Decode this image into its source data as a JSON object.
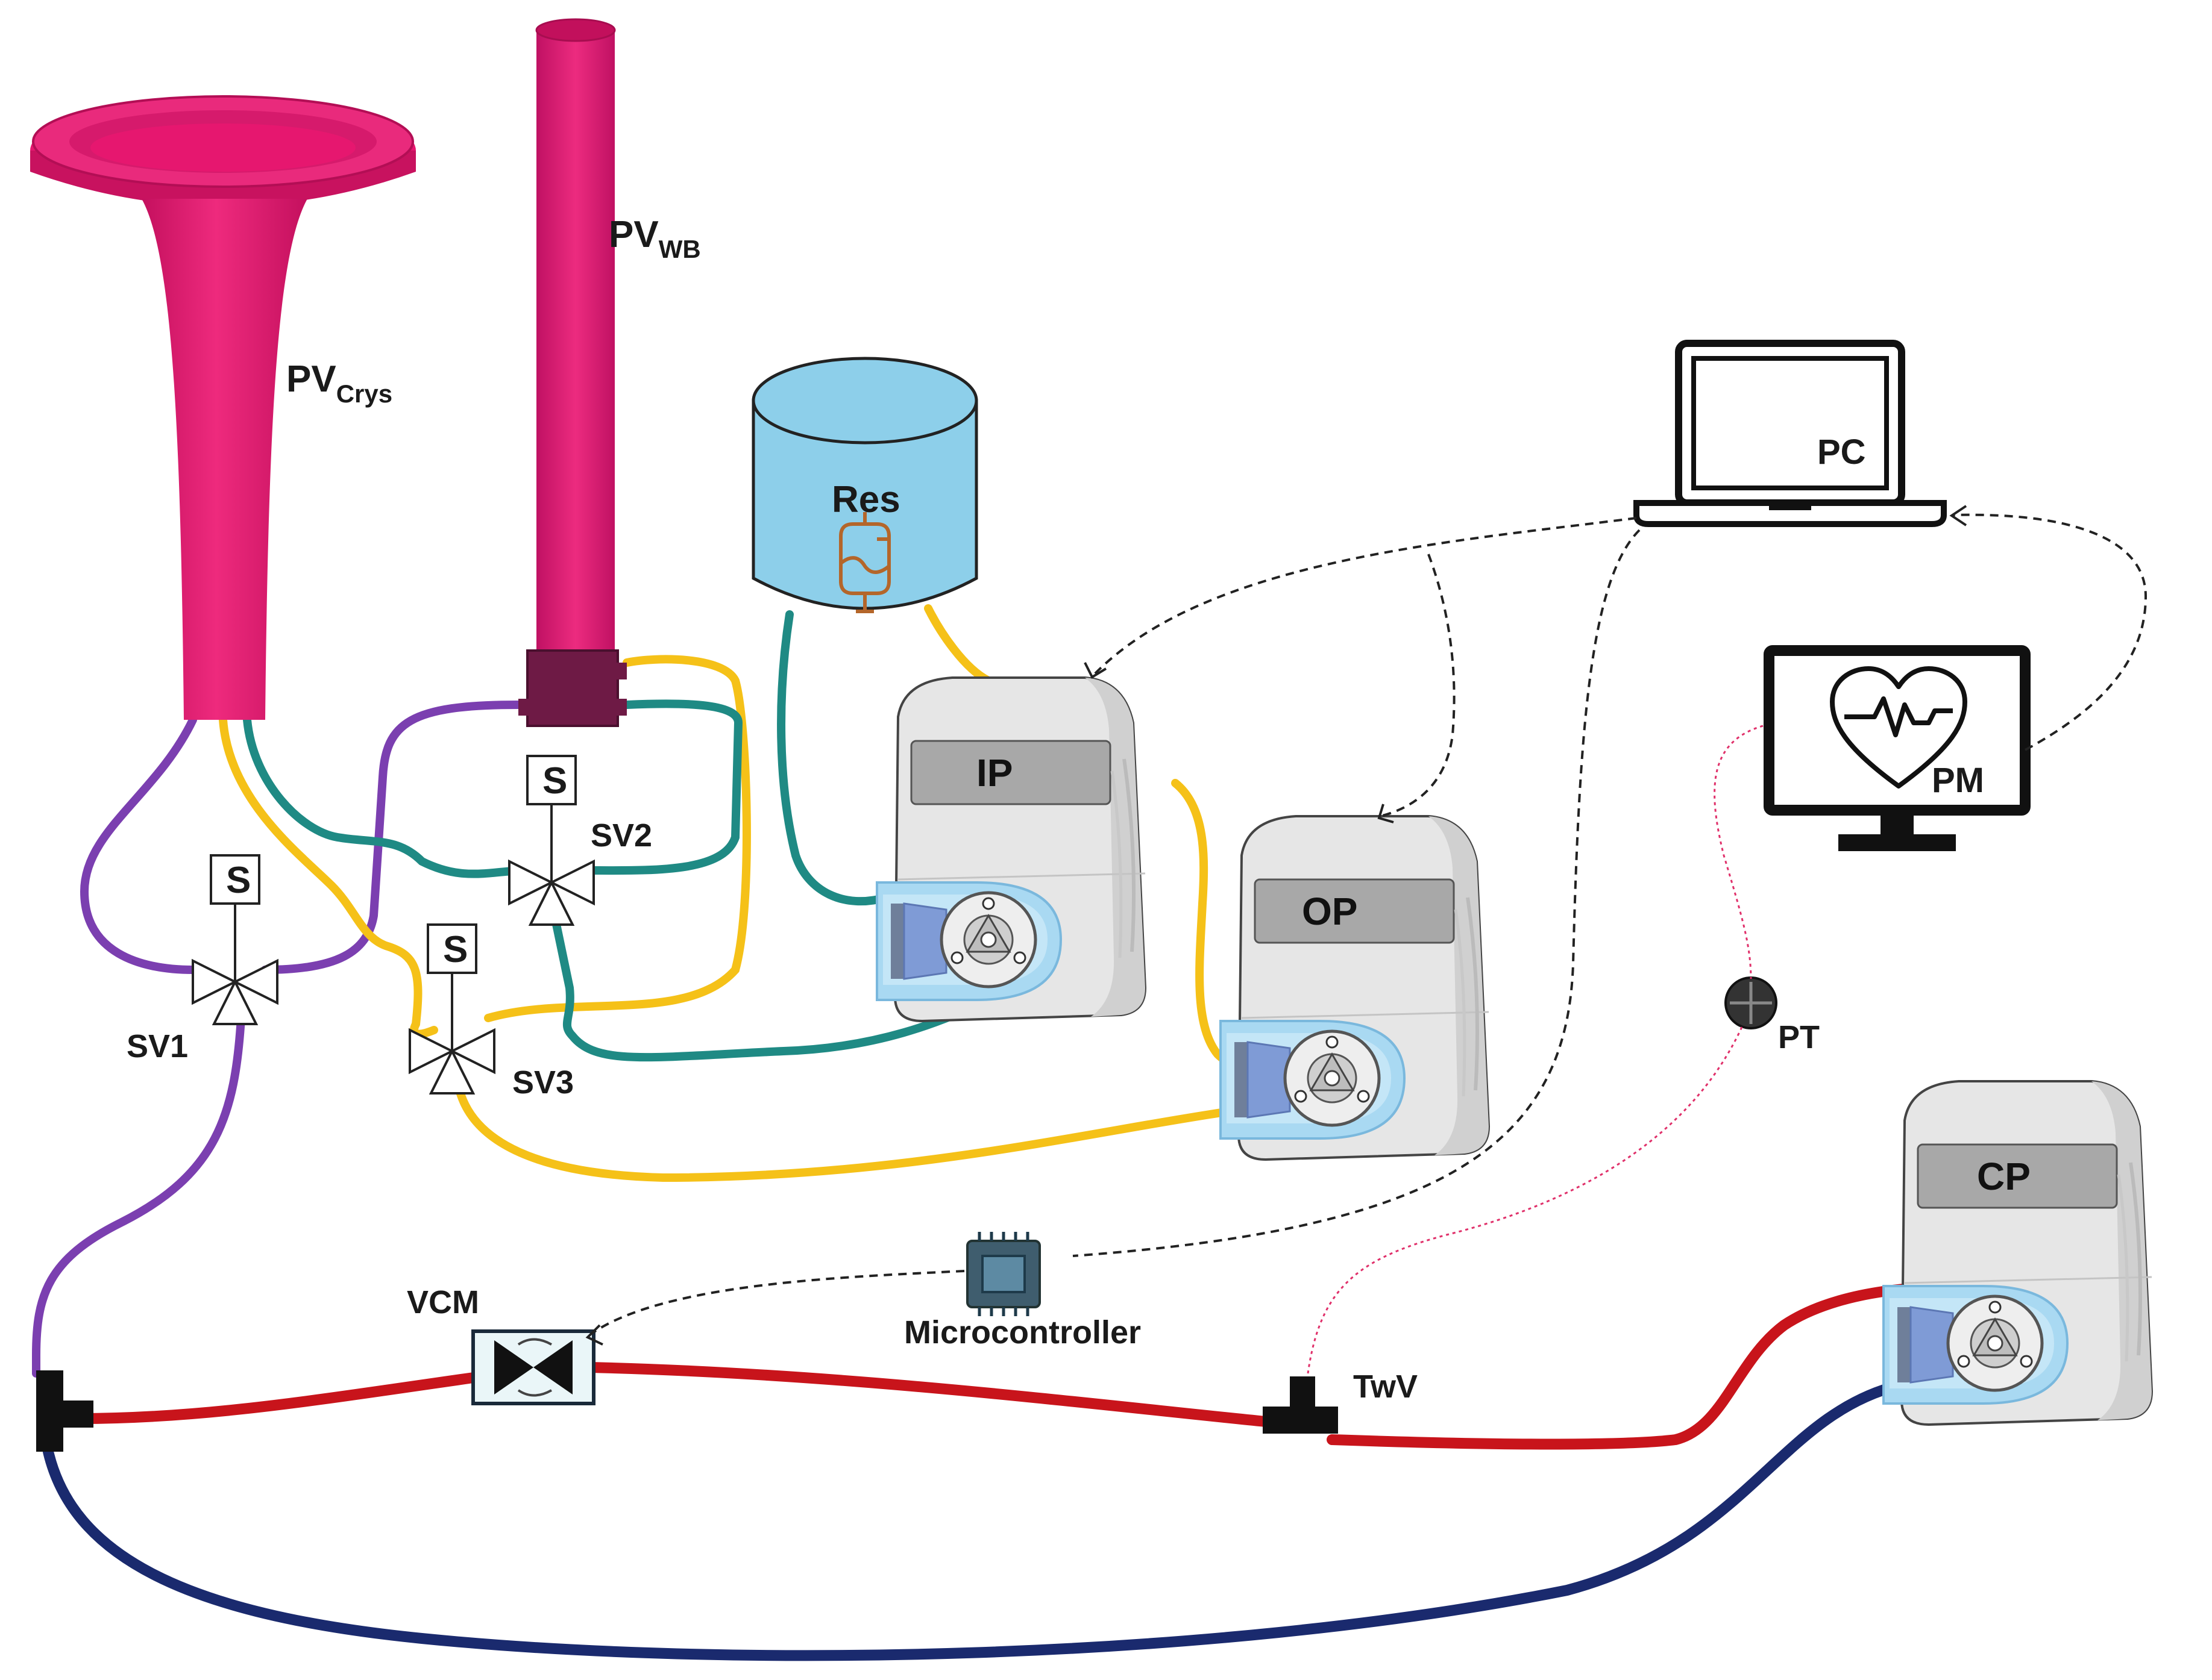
{
  "labels": {
    "pv_crys": {
      "main": "PV",
      "sub": "Crys"
    },
    "pv_wb": {
      "main": "PV",
      "sub": "WB"
    },
    "res": "Res",
    "pc": "PC",
    "pm": "PM",
    "ip": "IP",
    "op": "OP",
    "cp": "CP",
    "sv1": "SV1",
    "sv2": "SV2",
    "sv3": "SV3",
    "pt": "PT",
    "vcm": "VCM",
    "twv": "TwV",
    "microcontroller": "Microcontroller",
    "solenoid": "S"
  },
  "colors": {
    "vessel": "#e6176f",
    "vessel_dark": "#b5105a",
    "purple": "#7b3fb0",
    "yellow": "#f5c118",
    "teal": "#1f8a84",
    "red": "#c8141b",
    "navy": "#1a2a6e",
    "reservoir": "#8dcfea",
    "pump_body": "#e4e4e4",
    "pump_panel": "#a9a9a9",
    "pump_head": "#9fd3f0"
  }
}
